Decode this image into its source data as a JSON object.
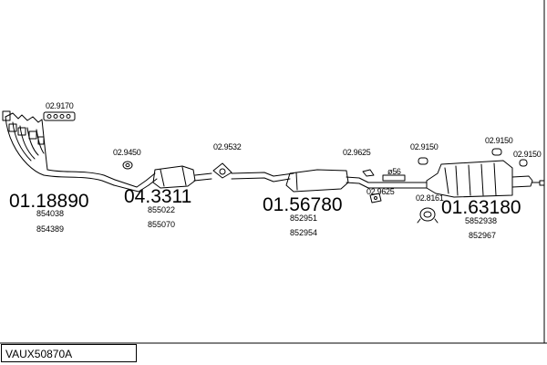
{
  "diagram": {
    "model_code": "VAUX50870A",
    "parts": [
      {
        "code": "01.18890",
        "refs": [
          "854038",
          "854389"
        ]
      },
      {
        "code": "04.3311",
        "refs": [
          "855022",
          "855070"
        ]
      },
      {
        "code": "01.56780",
        "refs": [
          "852951",
          "852954"
        ]
      },
      {
        "code": "01.63180",
        "refs": [
          "5852938",
          "852967"
        ]
      }
    ],
    "fittings": [
      "02.9170",
      "02.9450",
      "02.9532",
      "02.9625",
      "02.9625",
      "02.9150",
      "02.9150",
      "02.9150",
      "02.8161"
    ],
    "annotation": "ø56"
  }
}
